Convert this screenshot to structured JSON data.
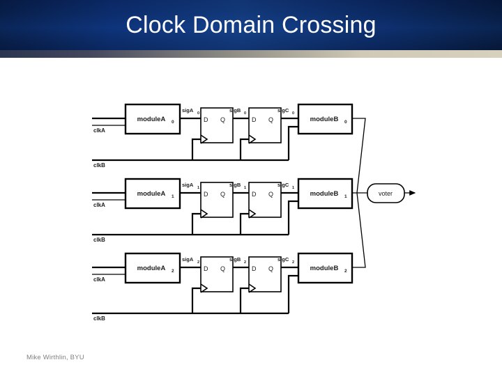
{
  "slide": {
    "title": "Clock Domain Crossing",
    "footer": "Mike Wirthlin, BYU",
    "banner_color": "#0d2a63",
    "banner_accent": "#d6d0bd"
  },
  "diagram": {
    "type": "block-diagram",
    "description": "Triple-modular-redundant clock domain crossing: three identical channels each with moduleA in clkA domain, two cascaded D flip-flops clocked by clkB for synchronization, then moduleB, all feeding a voter.",
    "rows": [
      {
        "index": 0,
        "module_a": "moduleA",
        "module_a_sub": "0",
        "module_b": "moduleB",
        "module_b_sub": "0",
        "sig_a": "sigA",
        "sig_a_sub": "0",
        "sig_b": "sigB",
        "sig_b_sub": "0",
        "sig_c": "sigC",
        "sig_c_sub": "0",
        "clk_a": "clkA",
        "clk_b": "clkB",
        "ff": [
          {
            "d": "D",
            "q": "Q"
          },
          {
            "d": "D",
            "q": "Q"
          }
        ]
      },
      {
        "index": 1,
        "module_a": "moduleA",
        "module_a_sub": "1",
        "module_b": "moduleB",
        "module_b_sub": "1",
        "sig_a": "sigA",
        "sig_a_sub": "1",
        "sig_b": "sigB",
        "sig_b_sub": "1",
        "sig_c": "sigC",
        "sig_c_sub": "1",
        "clk_a": "clkA",
        "clk_b": "clkB",
        "ff": [
          {
            "d": "D",
            "q": "Q"
          },
          {
            "d": "D",
            "q": "Q"
          }
        ]
      },
      {
        "index": 2,
        "module_a": "moduleA",
        "module_a_sub": "2",
        "module_b": "moduleB",
        "module_b_sub": "2",
        "sig_a": "sigA",
        "sig_a_sub": "2",
        "sig_b": "sigB",
        "sig_b_sub": "2",
        "sig_c": "sigC",
        "sig_c_sub": "2",
        "clk_a": "clkA",
        "clk_b": "clkB",
        "ff": [
          {
            "d": "D",
            "q": "Q"
          },
          {
            "d": "D",
            "q": "Q"
          }
        ]
      }
    ],
    "voter": {
      "label": "voter"
    }
  }
}
